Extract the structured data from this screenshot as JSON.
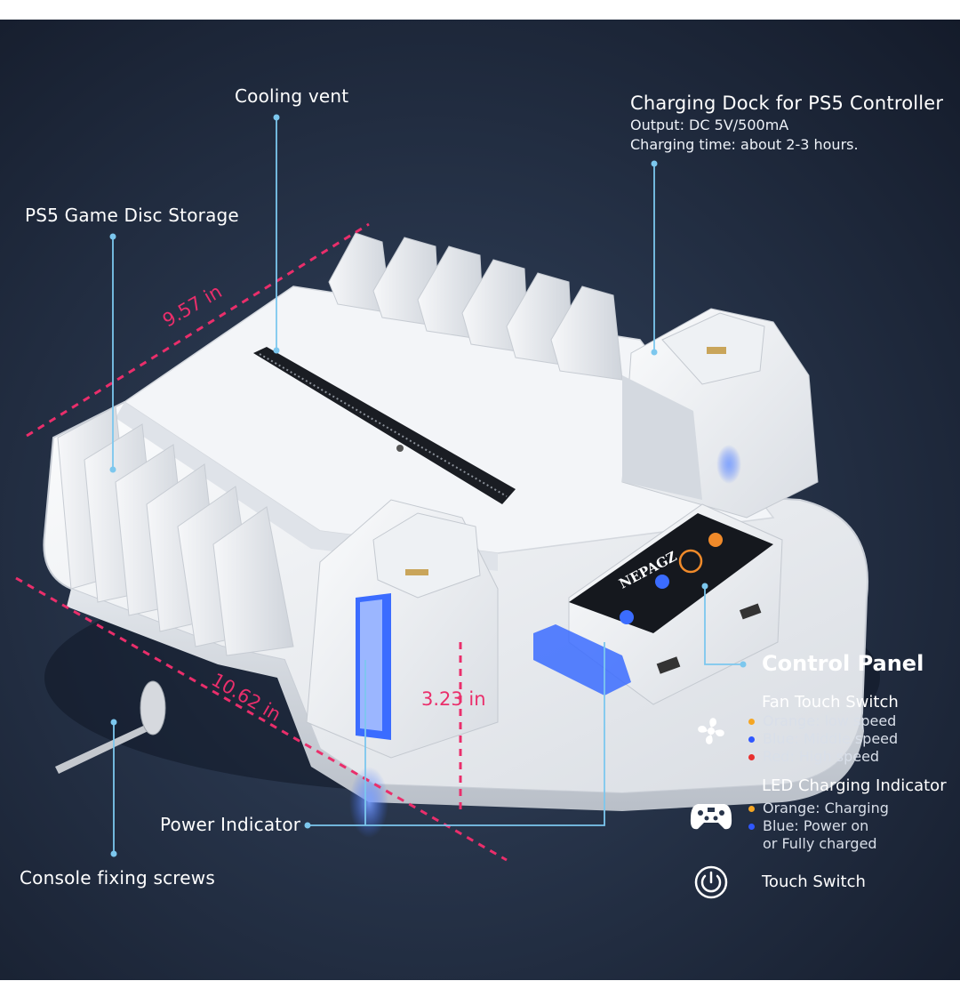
{
  "labels": {
    "cooling_vent": "Cooling vent",
    "charging_dock_title": "Charging Dock for PS5 Controller",
    "charging_dock_output": "Output: DC 5V/500mA",
    "charging_dock_time": "Charging time: about 2-3 hours.",
    "disc_storage": "PS5 Game Disc Storage",
    "power_indicator": "Power Indicator",
    "console_screws": "Console fixing screws"
  },
  "dimensions": {
    "width": "9.57 in",
    "length": "10.62 in",
    "height": "3.23 in"
  },
  "brand": "NEPAGZ",
  "control_panel": {
    "title": "Control Panel",
    "fan_switch": {
      "title": "Fan Touch Switch",
      "items": [
        {
          "text": "Orange: low speed",
          "color": "#f5a623"
        },
        {
          "text": "Blue: Middle speed",
          "color": "#2f57ff"
        },
        {
          "text": "Red: High speed",
          "color": "#e8302f"
        }
      ],
      "icon": "fan-icon"
    },
    "led_indicator": {
      "title": "LED Charging Indicator",
      "items": [
        {
          "text": "Orange: Charging",
          "color": "#f5a623"
        },
        {
          "text": "Blue: Power on",
          "color": "#2f57ff"
        }
      ],
      "extra": "or Fully charged",
      "icon": "gamepad-icon"
    },
    "touch_switch": {
      "title": "Touch Switch",
      "icon": "power-icon"
    }
  },
  "colors": {
    "accent_line": "#7cc7ee",
    "dimension": "#ea2e6b",
    "led_blue": "#3b6cff"
  }
}
